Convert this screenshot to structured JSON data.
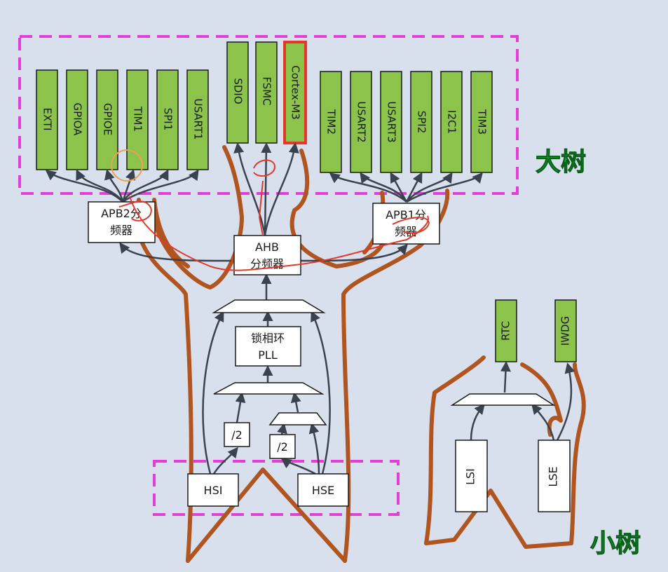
{
  "big_tree": {
    "label": "大树",
    "apb2_peripherals": [
      "EXTI",
      "GPIOA",
      "GPIOE",
      "TIM1",
      "SPI1",
      "USART1"
    ],
    "ahb_peripherals": [
      "SDIO",
      "FSMC",
      "Cortex-M3"
    ],
    "apb1_peripherals": [
      "TIM2",
      "USART2",
      "USART3",
      "SPI2",
      "I2C1",
      "TIM3"
    ]
  },
  "small_tree": {
    "label": "小树",
    "peripherals": [
      "RTC",
      "IWDG"
    ],
    "sources": [
      "LSI",
      "LSE"
    ]
  },
  "blocks": {
    "apb2_line1": "APB2分",
    "apb2_line2": "频器",
    "apb1_line1": "APB1分",
    "apb1_line2": "频器",
    "ahb_line1": "AHB",
    "ahb_line2": "分频器",
    "pll_line1": "锁相环",
    "pll_line2": "PLL",
    "div_left": "/2",
    "div_right": "/2",
    "hsi": "HSI",
    "hse": "HSE"
  },
  "colors": {
    "peripheral_fill": "#8cc34a",
    "highlight_border": "#e5382a",
    "dashed_outline": "#e23fd8",
    "tree_trunk": "#b0551f",
    "arrows": "#3a4250",
    "tree_label": "#1aa631"
  }
}
